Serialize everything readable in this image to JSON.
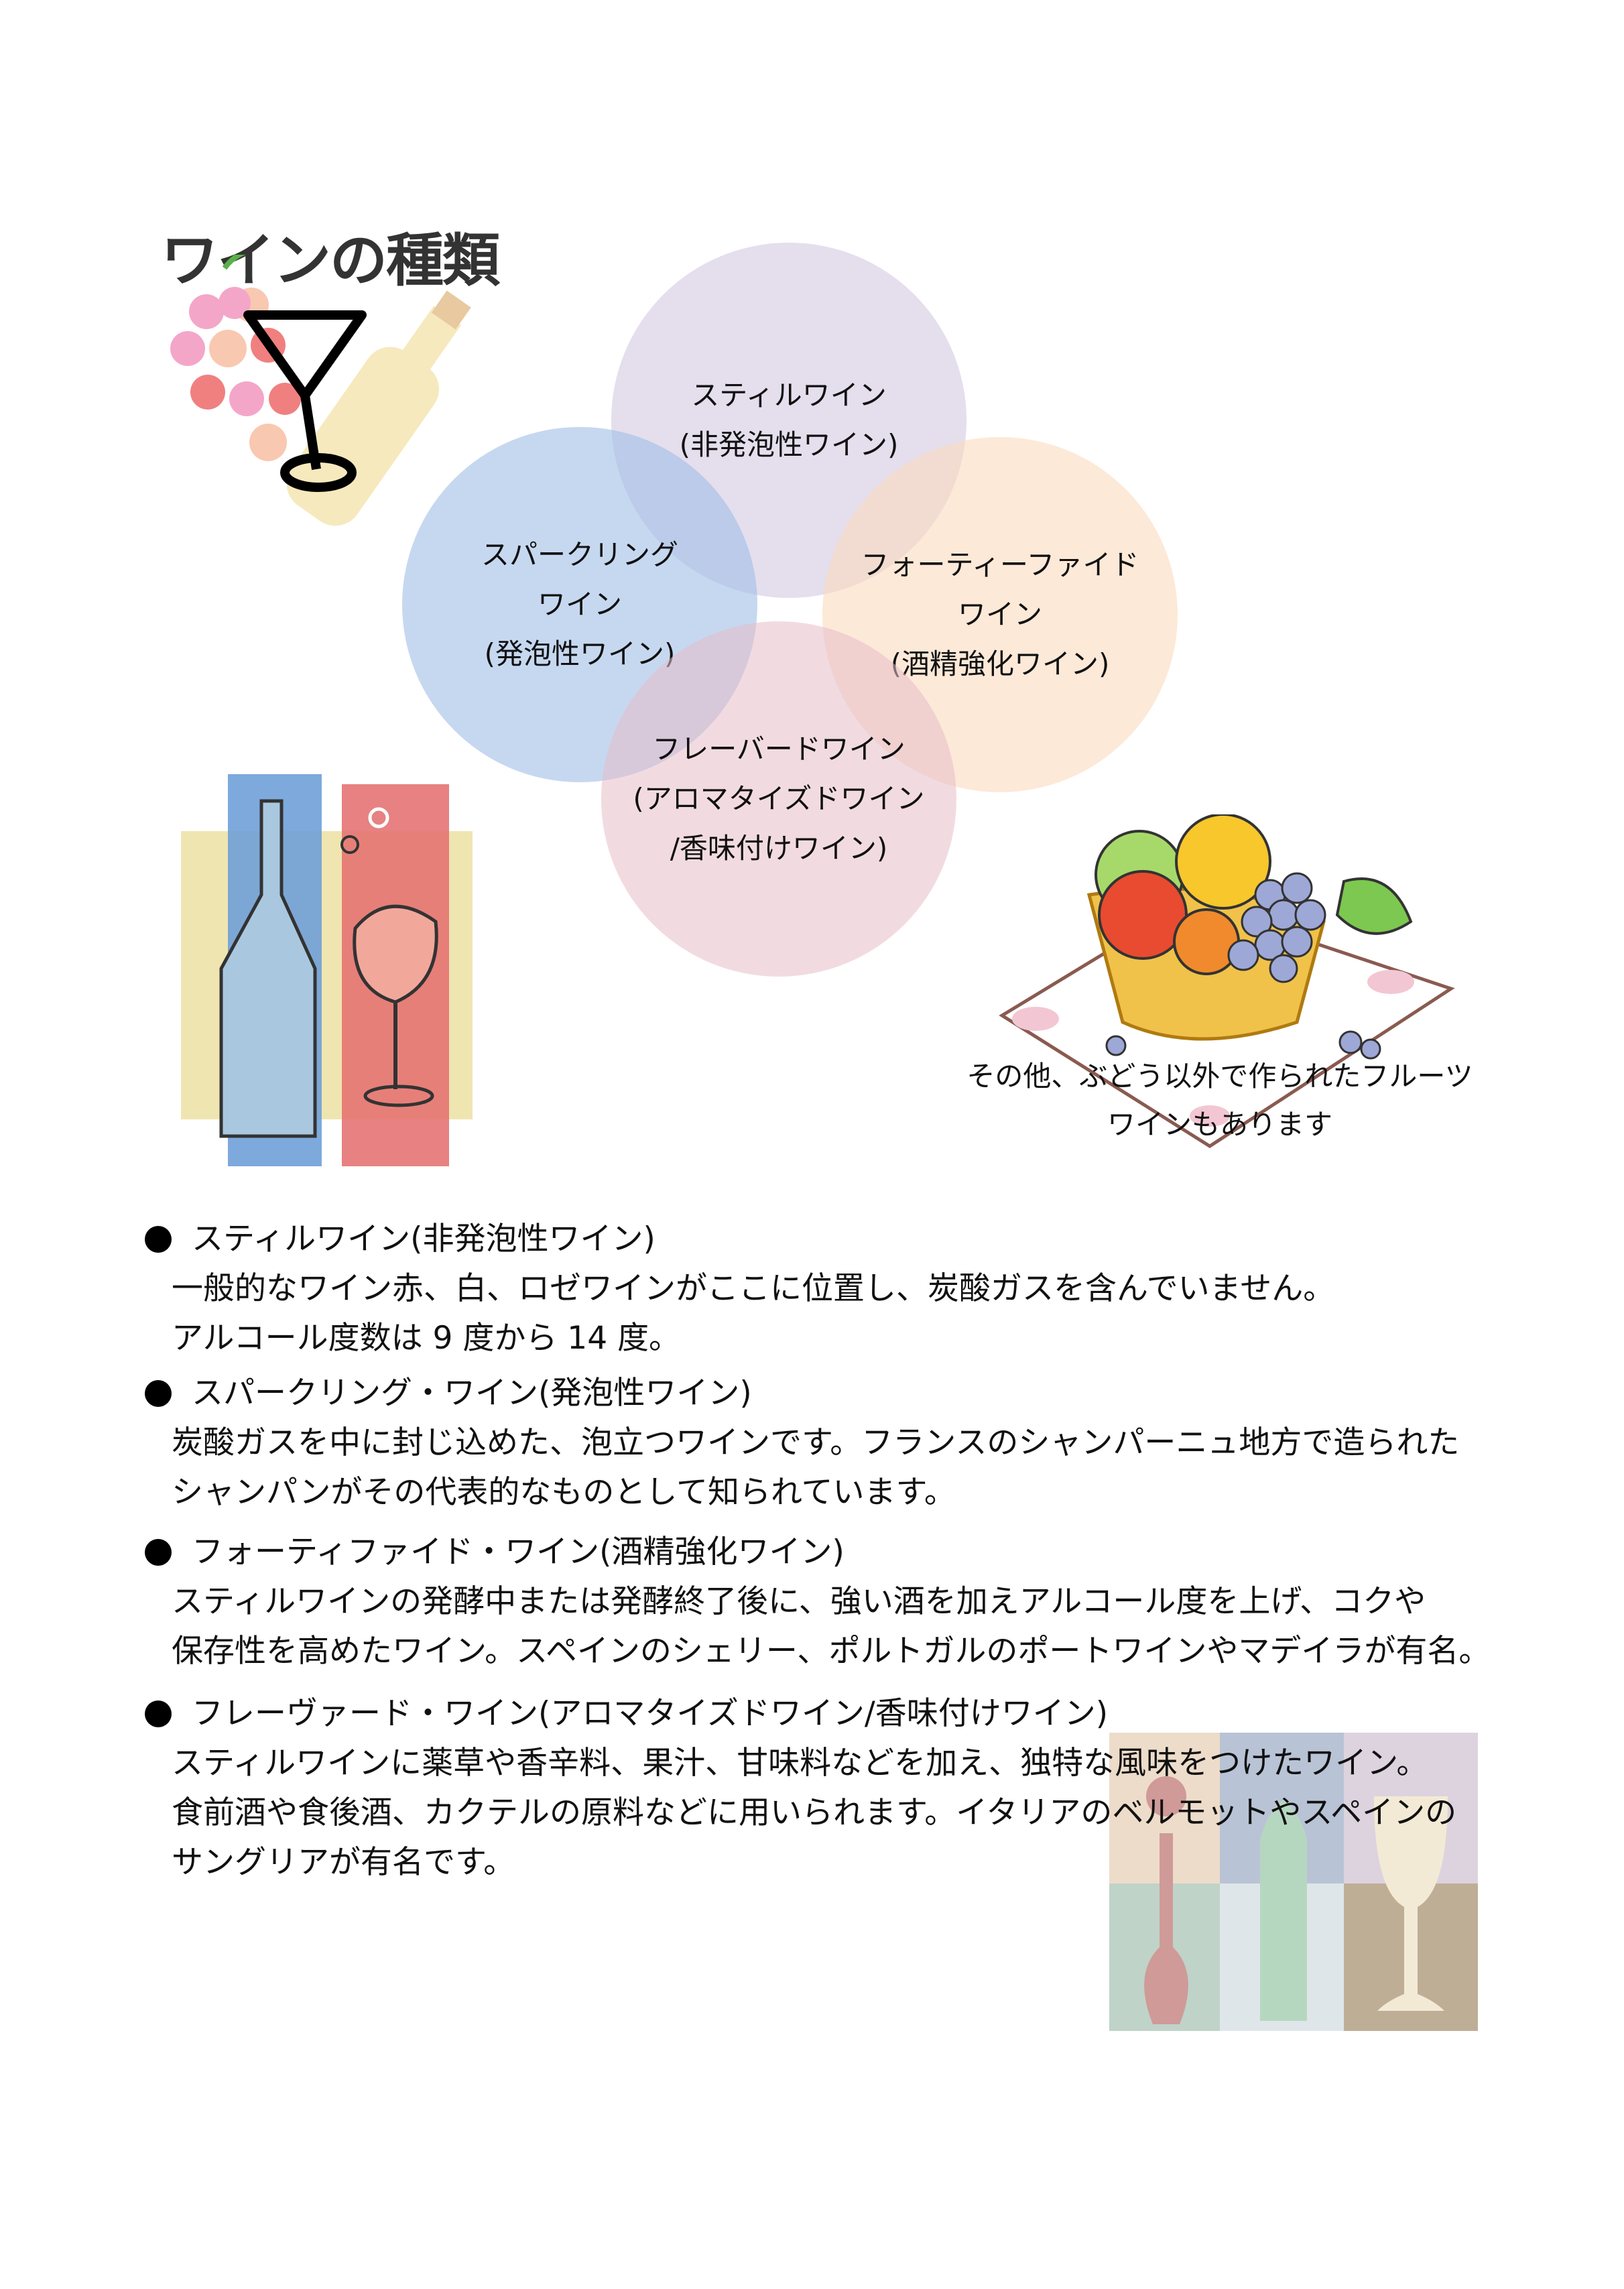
{
  "title": "ワインの種類",
  "diagram": {
    "still": [
      "スティルワイン",
      "(非発泡性ワイン)"
    ],
    "sparkling": [
      "スパークリング",
      "ワイン",
      "(発泡性ワイン)"
    ],
    "fortified": [
      "フォーティーファイド",
      "ワイン",
      "(酒精強化ワイン)"
    ],
    "flavored": [
      "フレーバードワイン",
      "(アロマタイズドワイン",
      "/香味付けワイン)"
    ]
  },
  "fruit_caption": [
    "その他、ぶどう以外で作られたフルーツ",
    "ワインもあります"
  ],
  "sections": [
    {
      "heading": "スティルワイン(非発泡性ワイン)",
      "lines": [
        "一般的なワイン赤、白、ロゼワインがここに位置し、炭酸ガスを含んでいません。",
        "アルコール度数は 9 度から 14 度。"
      ]
    },
    {
      "heading": "スパークリング・ワイン(発泡性ワイン)",
      "lines": [
        "炭酸ガスを中に封じ込めた、泡立つワインです。フランスのシャンパーニュ地方で造られた",
        "シャンパンがその代表的なものとして知られています。"
      ]
    },
    {
      "heading": "フォーティファイド・ワイン(酒精強化ワイン)",
      "lines": [
        "スティルワインの発酵中または発酵終了後に、強い酒を加えアルコール度を上げ、コクや",
        "保存性を高めたワイン。スペインのシェリー、ポルトガルのポートワインやマデイラが有名。"
      ]
    },
    {
      "heading": "フレーヴァード・ワイン(アロマタイズドワイン/香味付けワイン)",
      "lines": [
        "スティルワインに薬草や香辛料、果汁、甘味料などを加え、独特な風味をつけたワイン。",
        "食前酒や食後酒、カクテルの原料などに用いられます。イタリアのベルモットやスペインの",
        "サングリアが有名です。"
      ]
    }
  ]
}
